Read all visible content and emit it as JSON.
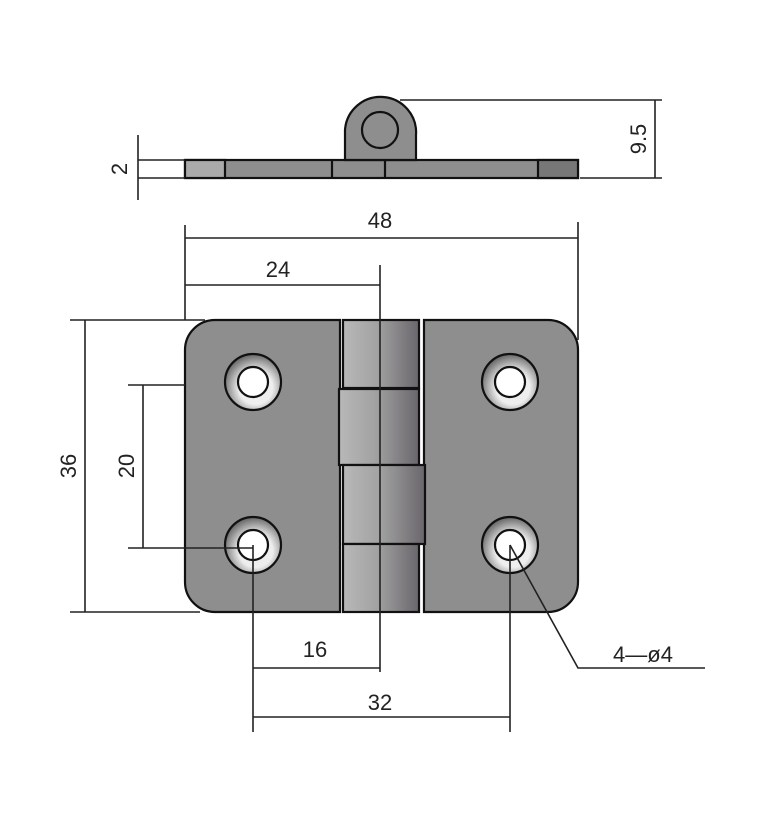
{
  "drawing": {
    "subject": "hinge",
    "dimensions": {
      "thickness": "2",
      "height_side": "9.5",
      "overall_width": "48",
      "half_width": "24",
      "overall_height": "36",
      "hole_vertical_spacing": "20",
      "hole_to_axis": "16",
      "hole_horizontal_spacing": "32",
      "holes": "4—ø4"
    },
    "colors": {
      "body": "#8e8e8e",
      "knuckle_light": "#b5b5b5",
      "knuckle_dark": "#6e6a70",
      "line": "#222222"
    }
  }
}
